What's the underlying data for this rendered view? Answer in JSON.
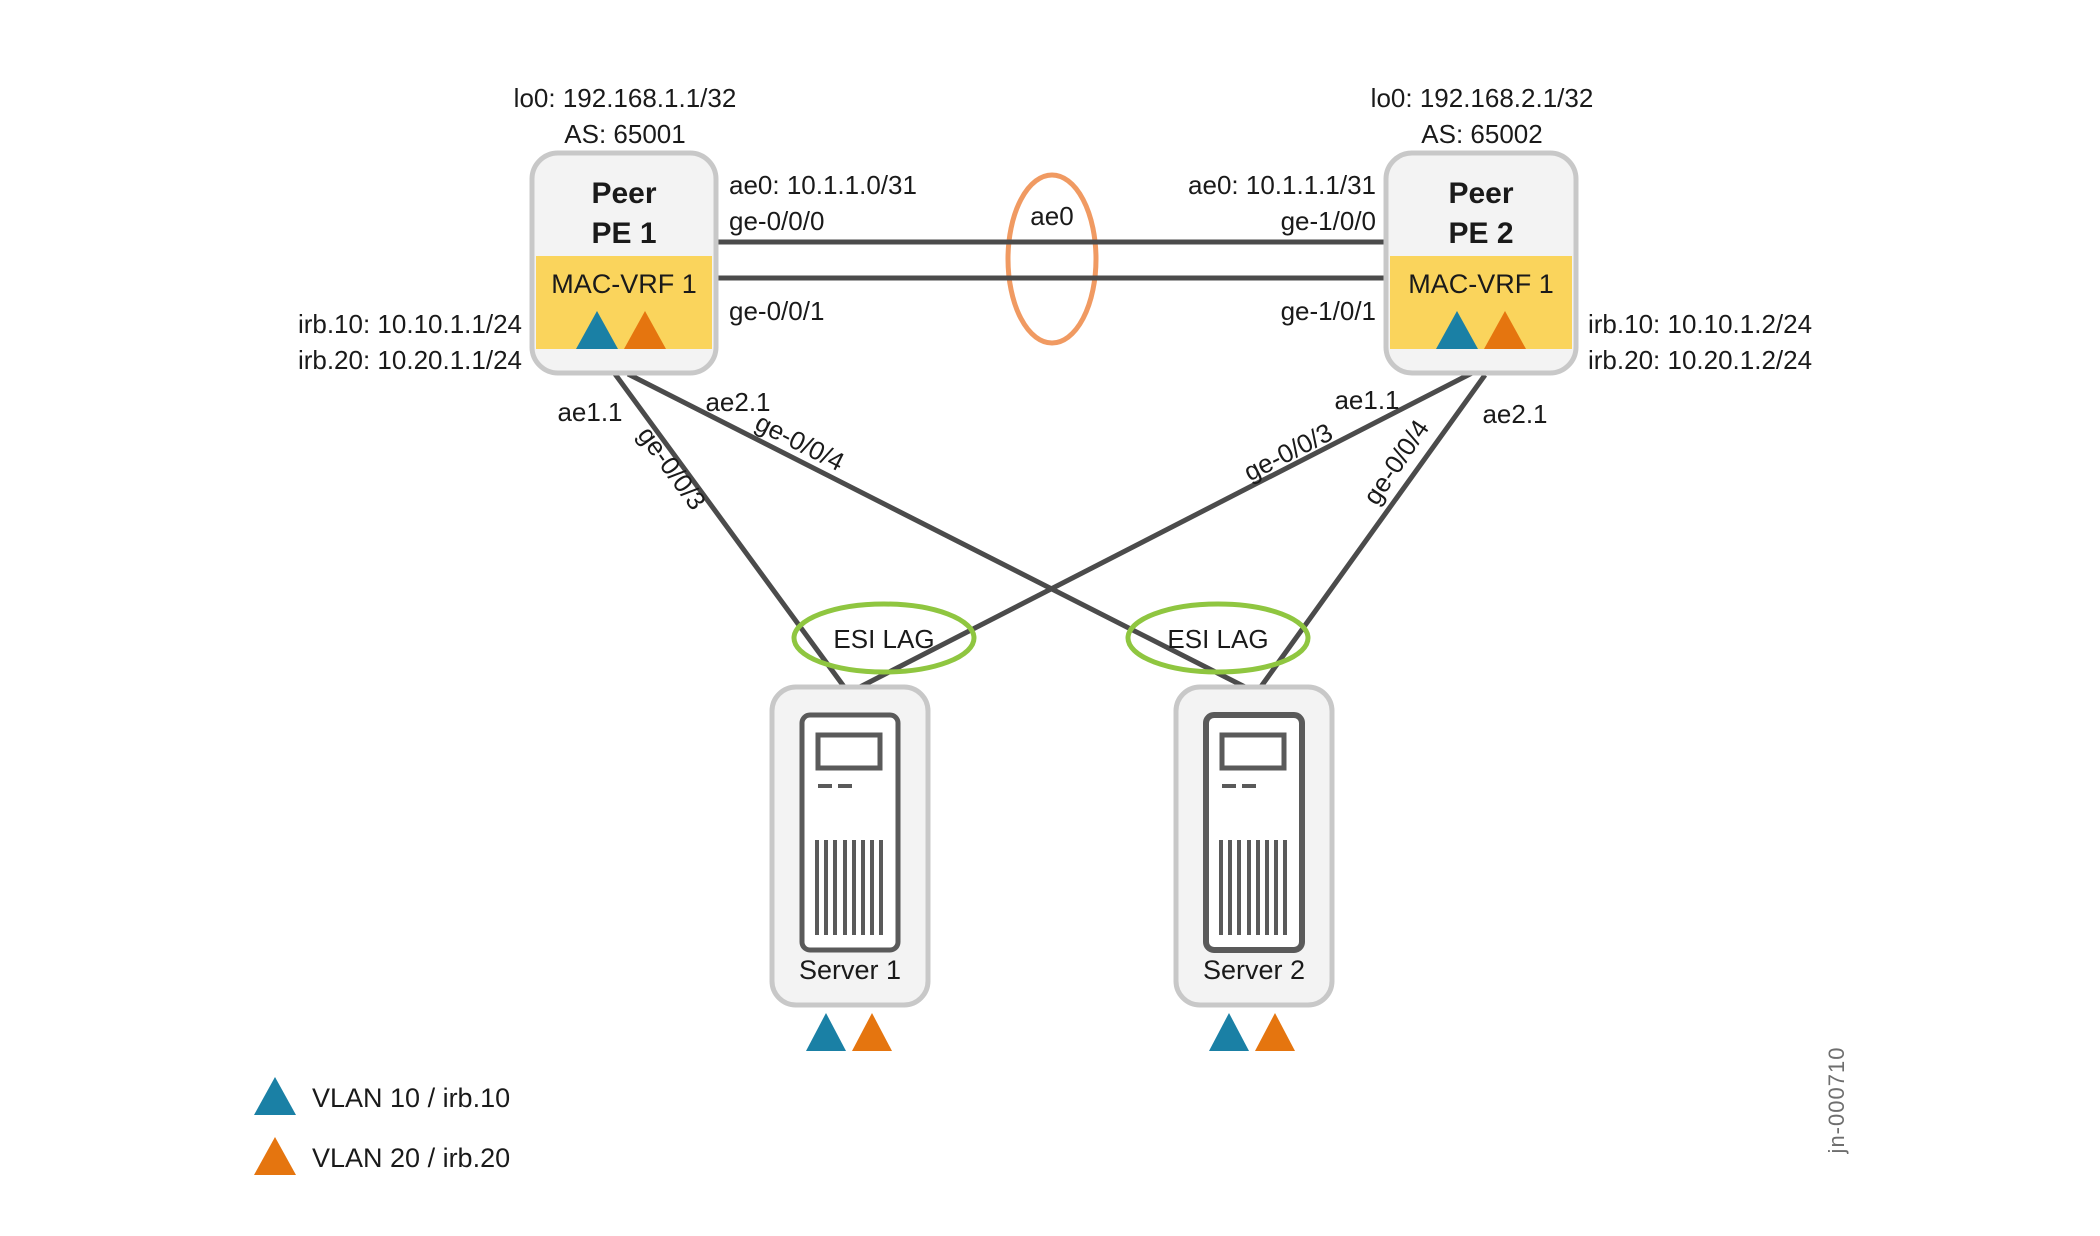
{
  "colors": {
    "vlan10": "#1A80A5",
    "vlan20": "#E5750F",
    "esi_ring": "#8FC640",
    "core_ring": "#F09A62",
    "vrf_band": "#FAD45C"
  },
  "pe1": {
    "loopback": "lo0: 192.168.1.1/32",
    "asn": "AS: 65001",
    "title_line1": "Peer",
    "title_line2": "PE 1",
    "vrf_label": "MAC-VRF 1",
    "irb10": "irb.10: 10.10.1.1/24",
    "irb20": "irb.20: 10.20.1.1/24",
    "core_subnet": "ae0: 10.1.1.0/31",
    "core_port_top": "ge-0/0/0",
    "core_port_bottom": "ge-0/0/1",
    "esi_ae_left": "ae1.1",
    "esi_ae_right": "ae2.1",
    "esi_port_left": "ge-0/0/3",
    "esi_port_right": "ge-0/0/4"
  },
  "pe2": {
    "loopback": "lo0: 192.168.2.1/32",
    "asn": "AS: 65002",
    "title_line1": "Peer",
    "title_line2": "PE 2",
    "vrf_label": "MAC-VRF 1",
    "irb10": "irb.10: 10.10.1.2/24",
    "irb20": "irb.20: 10.20.1.2/24",
    "core_subnet": "ae0: 10.1.1.1/31",
    "core_port_top": "ge-1/0/0",
    "core_port_bottom": "ge-1/0/1",
    "esi_ae_left": "ae1.1",
    "esi_ae_right": "ae2.1",
    "esi_port_left": "ge-0/0/3",
    "esi_port_right": "ge-0/0/4"
  },
  "core_link": {
    "lag_label": "ae0"
  },
  "esi": {
    "left_label": "ESI LAG",
    "right_label": "ESI LAG"
  },
  "servers": [
    {
      "label": "Server 1"
    },
    {
      "label": "Server 2"
    }
  ],
  "legend": [
    {
      "label": "VLAN 10 / irb.10"
    },
    {
      "label": "VLAN 20 / irb.20"
    }
  ],
  "figure_id": "jn-000710"
}
